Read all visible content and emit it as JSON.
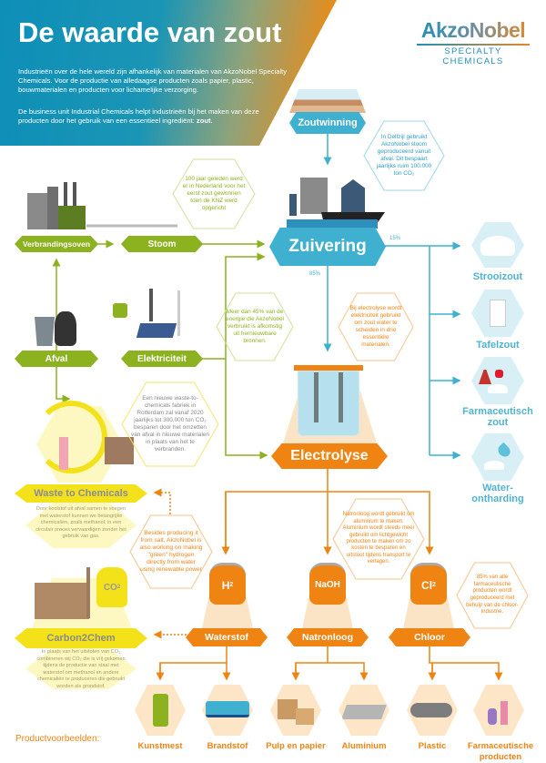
{
  "header": {
    "title": "De waarde van zout",
    "intro_1": "Industrieën over de hele wereld zijn afhankelijk van materialen van AkzoNobel Specialty Chemicals. Voor de productie van alledaagse producten zoals papier, plastic, bouwmaterialen en producten voor lichamelijke verzorging.",
    "intro_2_prefix": "De business unit Industrial Chemicals helpt industrieën bij het maken van deze producten door het gebruik van een essentieel ingrediënt: ",
    "intro_2_bold": "zout."
  },
  "logo": {
    "name": "AkzoNobel",
    "sub": "SPECIALTY CHEMICALS"
  },
  "colors": {
    "blue": "#3fb0cf",
    "green": "#8cb21f",
    "orange": "#ef8413",
    "yellow": "#f3e21a"
  },
  "steps": {
    "zoutwinning": "Zoutwinning",
    "zuivering": "Zuivering",
    "verbrandingsoven": "Verbrandingsoven",
    "stoom": "Stoom",
    "afval": "Afval",
    "elektriciteit": "Elektriciteit",
    "electrolyse": "Electrolyse",
    "waste": "Waste to Chemicals",
    "carbon": "Carbon2Chem",
    "waterstof": "Waterstof",
    "natronloog": "Natronloog",
    "chloor": "Chloor"
  },
  "tanks": {
    "h2": "H",
    "h2_sub": "2",
    "naoh": "NaOH",
    "cl": "Cl",
    "cl_sub": "2",
    "co2": "CO",
    "co2_sub": "2"
  },
  "percent": {
    "p15": "15%",
    "p85": "85%"
  },
  "salt_products": [
    "Strooizout",
    "Tafelzout",
    "Farmaceutisch zout",
    "Water-ontharding"
  ],
  "bubbles": {
    "delfzijl": "In Delfzijl gebruikt AkzoNobel stoom geproduceerd vanuit afval. Dit bespaart jaarlijks ruim 100.000 ton CO₂",
    "honderd": "100 jaar geleden werd er in Nederland voor het eerst zout gewonnen toen de KNZ werd opgericht",
    "energie": "Meer dan 45% van de energie die AkzoNobel verbruikt is afkomstig uit hernieuwbare bronnen.",
    "electrolyse": "Bij electrolyse wordt elektriciteit gebruikt om zout water te scheiden in drie essentiële materialen.",
    "rotterdam": "Een nieuwe waste-to-chemicals fabriek in Rotterdam zal vanaf 2020 jaarlijks tot 300.000 ton CO₂ besparen door het omzetten van afval in nieuwe materialen in plaats van het te verbranden.",
    "hydrogen": "Besides producing it from salt, AkzoNobel is also working on making \"green\" hydrogen directly from water using renewable power",
    "natronloog": "Natronloog wordt gebruikt om aluminium te maken. Aluminium wordt steeds meer gebruikt om lichtgewicht producten te maken om zo kosten te besparen en uitstoot tijdens transport te verlagen.",
    "farma": "85% van alle farmaceutische producten wordt geproduceerd met behulp van de chloor-industrie."
  },
  "waste_text": "Door koolstof uit afval samen te voegen met waterstof kunnen we belangrijke chemicaliën, zoals methanol, in een circulair proces vervaardigen zonder het gebruik van gas.",
  "carbon_text": "In plaats van het uitstoten van CO₂ combineren wij CO₂ die is vrij gekomen tijdens de productie van staal met waterstof om methanol en andere chemicaliën te produceren die gebruikt worden als grondstof.",
  "products": {
    "label": "Productvoorbeelden:",
    "items": [
      "Kunstmest",
      "Brandstof",
      "Pulp en papier",
      "Aluminium",
      "Plastic",
      "Farmaceutische producten"
    ]
  }
}
